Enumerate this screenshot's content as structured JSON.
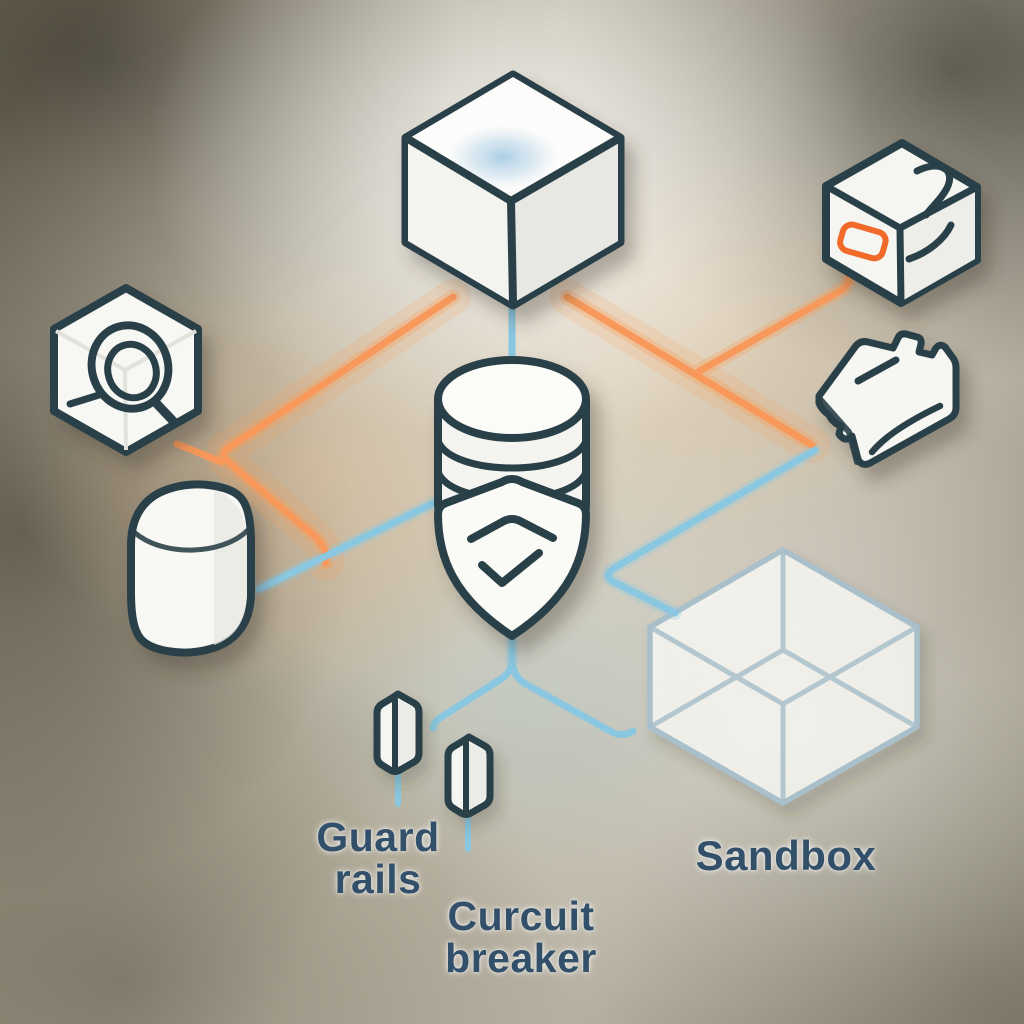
{
  "labels": {
    "guard_rails": {
      "line1": "Guard",
      "line2": "rails"
    },
    "circuit_breaker": {
      "line1": "Curcuit",
      "line2": "breaker"
    },
    "sandbox": {
      "line1": "Sandbox"
    }
  },
  "nodes": [
    {
      "icon": "model-cube-icon",
      "label": ""
    },
    {
      "icon": "dispatch-cube-icon",
      "label": ""
    },
    {
      "icon": "policy-block-icon",
      "label": ""
    },
    {
      "icon": "inspection-hexagon-icon",
      "label": ""
    },
    {
      "icon": "storage-cylinder-icon",
      "label": ""
    },
    {
      "icon": "database-shield-icon",
      "label": ""
    },
    {
      "icon": "guardrail-post-icon",
      "label": "Guard rails"
    },
    {
      "icon": "guardrail-post-icon",
      "label": "Curcuit breaker"
    },
    {
      "icon": "sandbox-cube-icon",
      "label": "Sandbox"
    }
  ],
  "edges": [
    {
      "from": "model-cube",
      "to": "inspection-hexagon",
      "color": "orange"
    },
    {
      "from": "model-cube",
      "to": "dispatch-cube",
      "color": "orange"
    },
    {
      "from": "model-cube",
      "to": "policy-block",
      "color": "orange"
    },
    {
      "from": "model-cube",
      "to": "database-shield",
      "color": "blue"
    },
    {
      "from": "storage-cylinder",
      "to": "database-shield",
      "color": "blue"
    },
    {
      "from": "database-shield",
      "to": "guardrail-posts",
      "color": "blue"
    },
    {
      "from": "database-shield",
      "to": "sandbox-cube",
      "color": "blue"
    },
    {
      "from": "policy-block",
      "to": "sandbox-cube",
      "color": "blue"
    }
  ],
  "colors": {
    "accent-orange": "#F8995B",
    "accent-blue": "#8AC7E0",
    "icon-outline": "#2C4149",
    "icon-fill": "#F7F7F4",
    "sandbox-edge": "#A9BFCA",
    "label-text": "#33506A"
  }
}
